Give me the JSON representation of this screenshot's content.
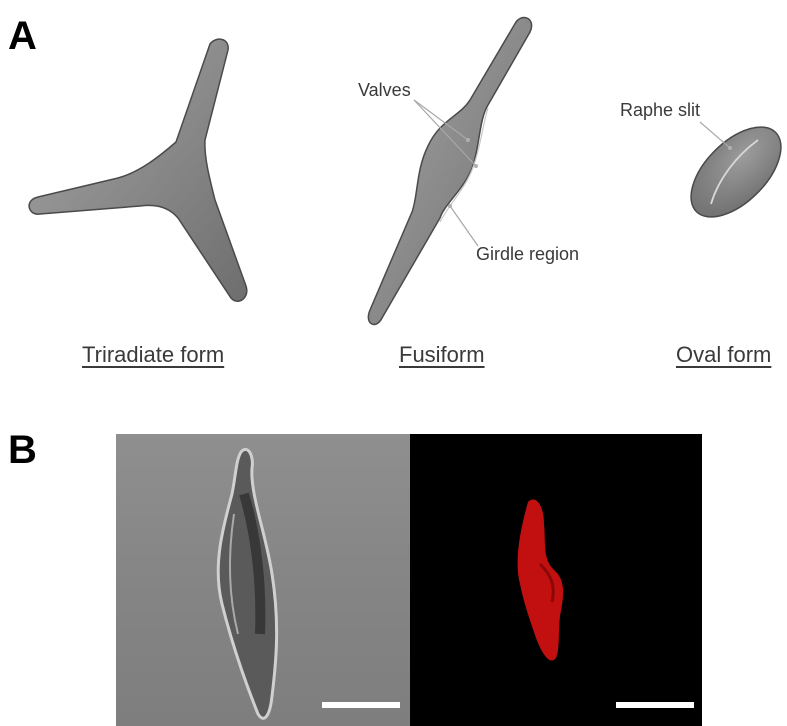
{
  "panel_a": {
    "letter": "A",
    "forms": [
      {
        "id": "triradiate",
        "caption": "Triradiate form"
      },
      {
        "id": "fusiform",
        "caption": "Fusiform"
      },
      {
        "id": "oval",
        "caption": "Oval form"
      }
    ],
    "callouts": {
      "valves": "Valves",
      "girdle": "Girdle region",
      "raphe": "Raphe slit"
    },
    "colors": {
      "cell_fill": "#8e8e8e",
      "cell_outline": "#4a4a4a",
      "leader_line": "#a8a8a8"
    }
  },
  "panel_b": {
    "letter": "B",
    "images": [
      {
        "id": "brightfield",
        "kind": "brightfield micrograph",
        "has_scale_bar": true
      },
      {
        "id": "fluorescence",
        "kind": "chlorophyll autofluorescence",
        "color": "#d01010",
        "has_scale_bar": true
      }
    ]
  }
}
